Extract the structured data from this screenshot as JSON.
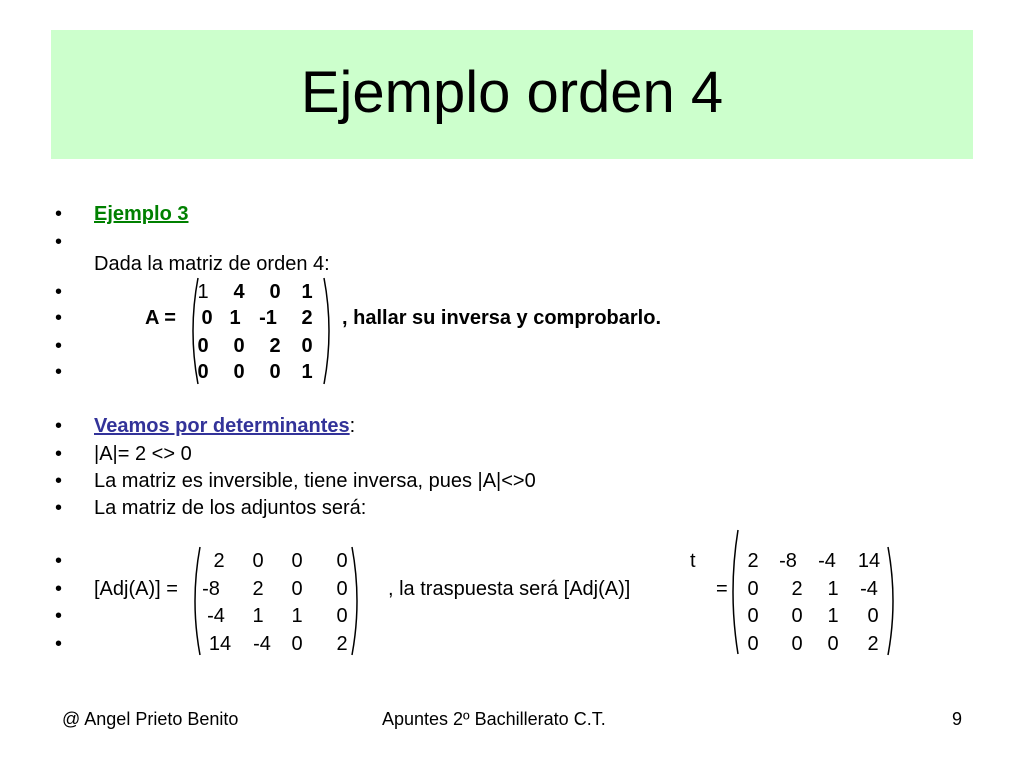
{
  "title": "Ejemplo orden 4",
  "bullet_symbol": "•",
  "lines": {
    "example_heading": "Ejemplo 3",
    "intro": "Dada la matriz de orden 4:",
    "matrix_a_label": "A =",
    "matrix_a_suffix": ",  hallar su inversa y comprobarlo.",
    "method_heading": "Veamos por determinantes",
    "method_colon": ":",
    "determinant": "|A|= 2 <> 0",
    "inversible": "La matriz es inversible, tiene inversa, pues |A|<>0",
    "adjuntos": "La matriz de los adjuntos será:",
    "adj_label": "[Adj(A)] =",
    "transpose_text": ",  la traspuesta será   [Adj(A)]",
    "transpose_t": "t",
    "transpose_equals": "="
  },
  "matrix_a": [
    [
      "1",
      "4",
      "0",
      "1"
    ],
    [
      "0",
      "1",
      "-1",
      "2"
    ],
    [
      "0",
      "0",
      "2",
      "0"
    ],
    [
      "0",
      "0",
      "0",
      "1"
    ]
  ],
  "adj_matrix": [
    [
      "2",
      "0",
      "0",
      "0"
    ],
    [
      "-8",
      "2",
      "0",
      "0"
    ],
    [
      "-4",
      "1",
      "1",
      "0"
    ],
    [
      "14",
      "-4",
      "0",
      "2"
    ]
  ],
  "adj_transpose": [
    [
      "2",
      "-8",
      "-4",
      "14"
    ],
    [
      "0",
      "2",
      "1",
      "-4"
    ],
    [
      "0",
      "0",
      "1",
      "0"
    ],
    [
      "0",
      "0",
      "0",
      "2"
    ]
  ],
  "footer": {
    "author": "@  Angel Prieto Benito",
    "course": "Apuntes  2º  Bachillerato  C.T.",
    "page": "9"
  },
  "colors": {
    "title_bg": "#ccffcc",
    "green_heading": "#008000",
    "blue_heading": "#333399"
  }
}
